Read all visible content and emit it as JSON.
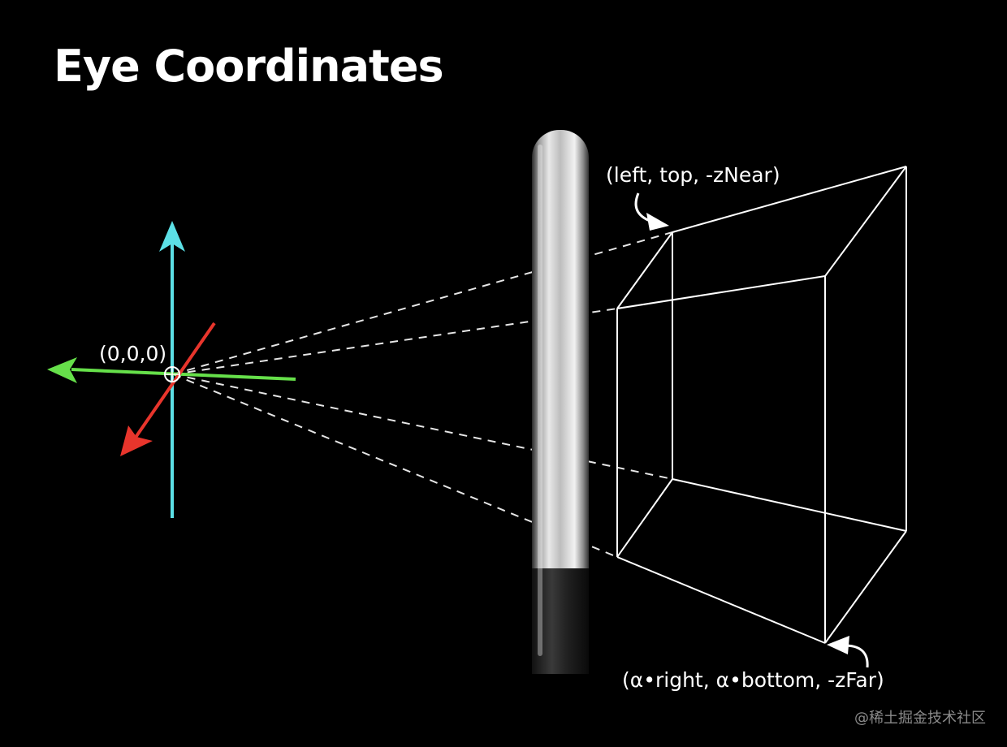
{
  "title": "Eye Coordinates",
  "labels": {
    "origin": "(0,0,0)",
    "near_corner": "(left, top, -zNear)",
    "far_corner": "(α•right, α•bottom, -zFar)"
  },
  "watermark": "@稀土掘金技术社区",
  "colors": {
    "background": "#000000",
    "y_axis": "#5ce0e6",
    "x_axis": "#66e04a",
    "z_axis": "#e8352c",
    "frustum_lines": "#ffffff",
    "projection_lines": "#ffffff"
  }
}
